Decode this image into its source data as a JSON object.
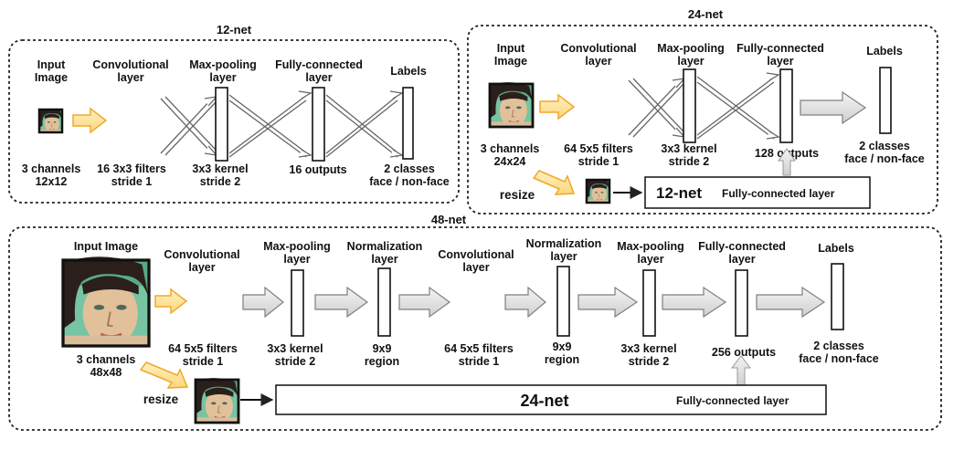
{
  "net12": {
    "title": "12-net",
    "input": [
      "Input",
      "Image"
    ],
    "conv": [
      "Convolutional",
      "layer"
    ],
    "pool": [
      "Max-pooling",
      "layer"
    ],
    "fc": [
      "Fully-connected",
      "layer"
    ],
    "labels": "Labels",
    "input_desc": [
      "3 channels",
      "12x12"
    ],
    "conv_desc": [
      "16 3x3 filters",
      "stride 1"
    ],
    "pool_desc": [
      "3x3 kernel",
      "stride 2"
    ],
    "fc_desc": "16 outputs",
    "labels_desc": [
      "2 classes",
      "face / non-face"
    ]
  },
  "net24": {
    "title": "24-net",
    "input": [
      "Input",
      "Image"
    ],
    "conv": [
      "Convolutional",
      "layer"
    ],
    "pool": [
      "Max-pooling",
      "layer"
    ],
    "fc": [
      "Fully-connected",
      "layer"
    ],
    "labels": "Labels",
    "input_desc": [
      "3 channels",
      "24x24"
    ],
    "conv_desc": [
      "64 5x5 filters",
      "stride 1"
    ],
    "pool_desc": [
      "3x3 kernel",
      "stride 2"
    ],
    "fc_desc": "128 outputs",
    "labels_desc": [
      "2 classes",
      "face / non-face"
    ],
    "resize": "resize",
    "sub_name": "12-net",
    "sub_desc": "Fully-connected layer"
  },
  "net48": {
    "title": "48-net",
    "input": "Input Image",
    "conv1": [
      "Convolutional",
      "layer"
    ],
    "pool1": [
      "Max-pooling",
      "layer"
    ],
    "norm1": [
      "Normalization",
      "layer"
    ],
    "conv2": [
      "Convolutional",
      "layer"
    ],
    "norm2": [
      "Normalization",
      "layer"
    ],
    "pool2": [
      "Max-pooling",
      "layer"
    ],
    "fc": [
      "Fully-connected",
      "layer"
    ],
    "labels": "Labels",
    "input_desc": [
      "3 channels",
      "48x48"
    ],
    "conv1_desc": [
      "64 5x5 filters",
      "stride 1"
    ],
    "pool1_desc": [
      "3x3 kernel",
      "stride 2"
    ],
    "norm1_desc": [
      "9x9",
      "region"
    ],
    "conv2_desc": [
      "64 5x5 filters",
      "stride 1"
    ],
    "norm2_desc": [
      "9x9",
      "region"
    ],
    "pool2_desc": [
      "3x3 kernel",
      "stride 2"
    ],
    "fc_desc": "256 outputs",
    "labels_desc": [
      "2 classes",
      "face / non-face"
    ],
    "resize": "resize",
    "sub_name": "24-net",
    "sub_desc": "Fully-connected layer"
  },
  "colors": {
    "arrow_orange": "#f6b43c",
    "arrow_orange_fill": "#fde8a6",
    "arrow_gray": "#d9d9d9",
    "arrow_gray_stroke": "#7f7f7f",
    "face_skin": "#d7b48a",
    "face_bg": "#7fcaa8"
  },
  "icons": [
    "face-thumbnail",
    "orange-arrow",
    "gray-arrow",
    "cross-arrows"
  ]
}
